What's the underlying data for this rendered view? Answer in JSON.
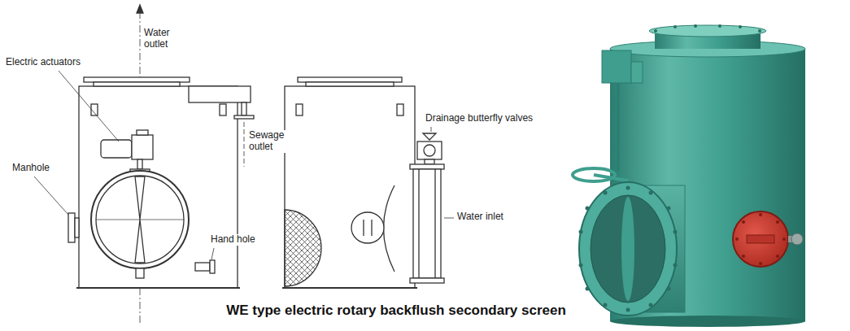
{
  "diagram": {
    "caption": "WE type electric rotary backflush secondary screen",
    "labels": [
      "Water outlet",
      "Electric actuators",
      "Sewage outlet",
      "Manhole",
      "Hand hole",
      "Drainage butterfly valves",
      "Water inlet"
    ]
  }
}
